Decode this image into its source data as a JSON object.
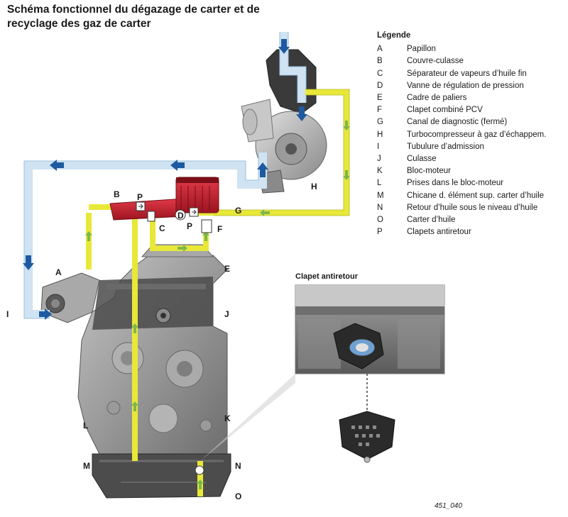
{
  "title": {
    "line1": "Schéma fonctionnel du dégazage de carter et de",
    "line2": "recyclage des gaz de carter"
  },
  "legend": {
    "heading": "Légende",
    "items": [
      {
        "letter": "A",
        "text": "Papillon"
      },
      {
        "letter": "B",
        "text": "Couvre-culasse"
      },
      {
        "letter": "C",
        "text": "Séparateur de vapeurs d’huile fin"
      },
      {
        "letter": "D",
        "text": "Vanne de régulation de pression"
      },
      {
        "letter": "E",
        "text": "Cadre de paliers"
      },
      {
        "letter": "F",
        "text": "Clapet combiné PCV"
      },
      {
        "letter": "G",
        "text": "Canal de diagnostic (fermé)"
      },
      {
        "letter": "H",
        "text": "Turbocompresseur à gaz d’échappem."
      },
      {
        "letter": "I",
        "text": "Tubulure d’admission"
      },
      {
        "letter": "J",
        "text": "Culasse"
      },
      {
        "letter": "K",
        "text": "Bloc-moteur"
      },
      {
        "letter": "L",
        "text": "Prises dans le bloc-moteur"
      },
      {
        "letter": "M",
        "text": "Chicane d. élément sup. carter d’huile"
      },
      {
        "letter": "N",
        "text": "Retour d’huile sous le niveau d’huile"
      },
      {
        "letter": "O",
        "text": "Carter d’huile"
      },
      {
        "letter": "P",
        "text": "Clapets antiretour"
      }
    ]
  },
  "labels": {
    "A": "A",
    "B": "B",
    "P1": "P",
    "C": "C",
    "D": "D",
    "P2": "P",
    "G": "G",
    "F": "F",
    "E": "E",
    "H": "H",
    "I": "I",
    "J": "J",
    "K": "K",
    "L": "L",
    "M": "M",
    "N": "N",
    "O": "O"
  },
  "inset_title": "Clapet antiretour",
  "figure_id": "451_040",
  "colors": {
    "fresh_air_pipe": "#cfe3f2",
    "flow_arrow": "#1e5aa0",
    "blowby_pipe": "#e8e838",
    "blowby_arrow": "#7db84a",
    "cover_red": "#c81e2d",
    "engine_gray": "#8c8c8c"
  }
}
